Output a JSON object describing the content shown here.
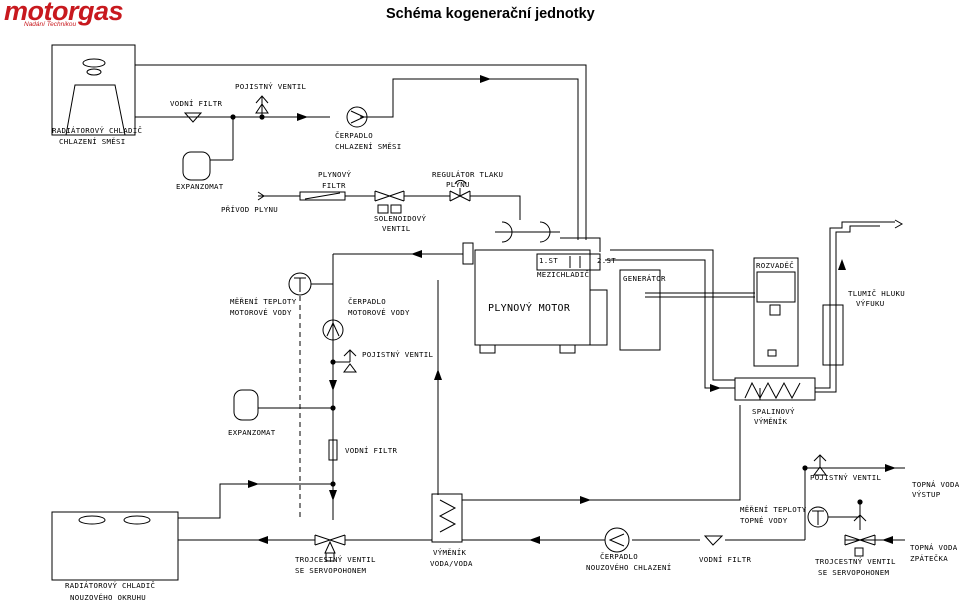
{
  "logo": {
    "name": "motorgas",
    "tagline": "Nadání Technikou"
  },
  "title": "Schéma  kogenerační jednotky",
  "labels": {
    "radiator_top_1": "RADIÁTOROVÝ CHLADIČ",
    "radiator_top_2": "CHLAZENÍ SMĚSI",
    "water_filter_top": "VODNÍ FILTR",
    "safety_valve_top": "POJISTNÝ VENTIL",
    "pump_mix_1": "ČERPADLO",
    "pump_mix_2": "CHLAZENÍ SMĚSI",
    "expansion_top": "EXPANZOMAT",
    "gas_filter_1": "PLYNOVÝ",
    "gas_filter_2": "FILTR",
    "pressure_reg_1": "REGULÁTOR TLAKU",
    "pressure_reg_2": "PLYNU",
    "gas_inlet": "PŘÍVOD PLYNU",
    "solenoid_1": "SOLENOIDOVÝ",
    "solenoid_2": "VENTIL",
    "stage1": "1.ST",
    "stage2": "2.ST",
    "intercooler": "MEZICHLADIČ",
    "generator": "GENERÁTOR",
    "switchboard": "ROZVADĚČ",
    "gas_engine": "PLYNOVÝ MOTOR",
    "silencer_1": "TLUMIČ HLUKU",
    "silencer_2": "VÝFUKU",
    "engine_temp_1": "MĚŘENÍ TEPLOTY",
    "engine_temp_2": "MOTOROVÉ VODY",
    "engine_pump_1": "ČERPADLO",
    "engine_pump_2": "MOTOROVÉ VODY",
    "safety_valve_mid": "POJISTNÝ VENTIL",
    "expansion_mid": "EXPANZOMAT",
    "exhaust_hx_1": "SPALINOVÝ",
    "exhaust_hx_2": "VÝMĚNÍK",
    "water_filter_mid": "VODNÍ FILTR",
    "safety_valve_right": "POJISTNÝ VENTIL",
    "heating_out_1": "TOPNÁ VODA",
    "heating_out_2": "VÝSTUP",
    "heating_temp_1": "MĚŘENÍ TEPLOTY",
    "heating_temp_2": "TOPNÉ VODY",
    "three_way_left_1": "TROJCESTNÝ VENTIL",
    "three_way_left_2": "SE SERVOPOHONEM",
    "hx_water_1": "VÝMĚNÍK",
    "hx_water_2": "VODA/VODA",
    "emergency_pump_1": "ČERPADLO",
    "emergency_pump_2": "NOUZOVÉHO CHLAZENÍ",
    "water_filter_bottom": "VODNÍ FILTR",
    "three_way_right_1": "TROJCESTNÝ VENTIL",
    "three_way_right_2": "SE SERVOPOHONEM",
    "heating_return_1": "TOPNÁ VODA",
    "heating_return_2": "ZPÁTEČKA",
    "radiator_bottom_1": "RADIÁTOROVÝ CHLADIČ",
    "radiator_bottom_2": "NOUZOVÉHO OKRUHU"
  },
  "colors": {
    "brand": "#c8191e",
    "line": "#000000"
  }
}
